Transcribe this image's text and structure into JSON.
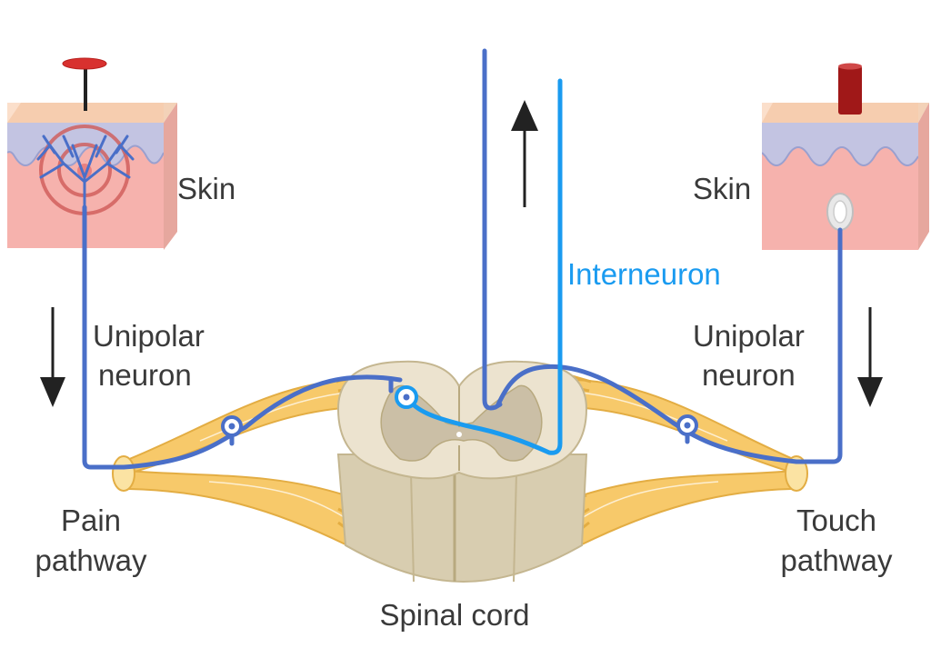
{
  "labels": {
    "skin_left": "Skin",
    "skin_right": "Skin",
    "interneuron": "Interneuron",
    "unipolar_left_1": "Unipolar",
    "unipolar_left_2": "neuron",
    "unipolar_right_1": "Unipolar",
    "unipolar_right_2": "neuron",
    "pain_1": "Pain",
    "pain_2": "pathway",
    "touch_1": "Touch",
    "touch_2": "pathway",
    "spinal_cord": "Spinal cord"
  },
  "colors": {
    "neuron": "#4a6fc8",
    "interneuron": "#1a9bf0",
    "skin_epidermis": "#f8c9a8",
    "skin_dermis": "#f6b2ad",
    "skin_wave": "#b7bedf",
    "nerve": "#f7c96a",
    "cord": "#e6dcc5",
    "grey_matter": "#cbbfa6",
    "pain_stimulus": "#d8312f",
    "touch_stimulus": "#a01818"
  },
  "icons": [
    "arrow-down-icon",
    "arrow-up-icon",
    "arrow-down-icon"
  ]
}
